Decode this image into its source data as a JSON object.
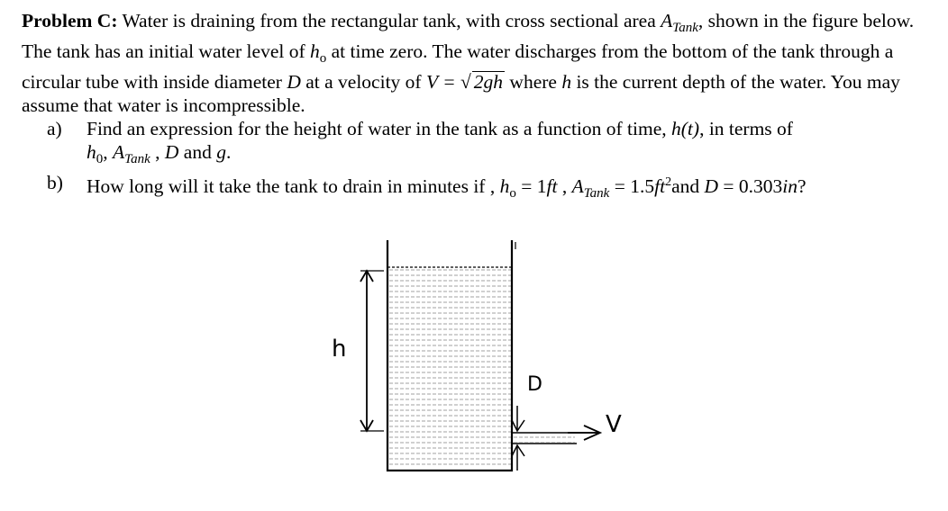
{
  "problem": {
    "heading": "Problem C:",
    "line1_a": " Water is draining from the rectangular tank, with cross sectional area ",
    "A": "A",
    "Tank": "Tank",
    "line1_b": ", shown in the figure below. The tank has an initial water level of ",
    "h": "h",
    "o": "o",
    "line1_c": " at time zero. The water discharges from the bottom of the tank through a circular tube with inside diameter ",
    "D": "D",
    "line1_d": " at a velocity of ",
    "V_eq": "V = ",
    "sqrt_radical": "√",
    "sqrt_arg": "2gh",
    "line1_e": " where ",
    "line1_f": " is the current depth of the water. You may assume that water is incompressible."
  },
  "parts": [
    {
      "label": "a)",
      "text_a": "Find an expression for the height of water in the tank as a function of time, ",
      "ht": "h(t)",
      "text_b": ", in terms of ",
      "h0": "h",
      "zero": "0",
      "comma1": ", ",
      "A": "A",
      "Tank": "Tank",
      "text_c": " , ",
      "D": "D",
      "text_d": " and ",
      "g": "g",
      "text_e": "."
    },
    {
      "label": "b)",
      "text_a": "How long will it take the tank to drain in minutes if , ",
      "h0": "h",
      "o": "o",
      "eq1": " = 1",
      "ft": "ft",
      "text_b": " , ",
      "A": "A",
      "Tank": "Tank",
      "eq2": " = 1.5",
      "ft2": "ft",
      "two": "2",
      "text_c": "and ",
      "D": "D",
      "eq3": " = 0.303",
      "in": "in",
      "text_d": "?"
    }
  ],
  "figure": {
    "label_h": "h",
    "label_D": "D",
    "label_V": "V"
  }
}
